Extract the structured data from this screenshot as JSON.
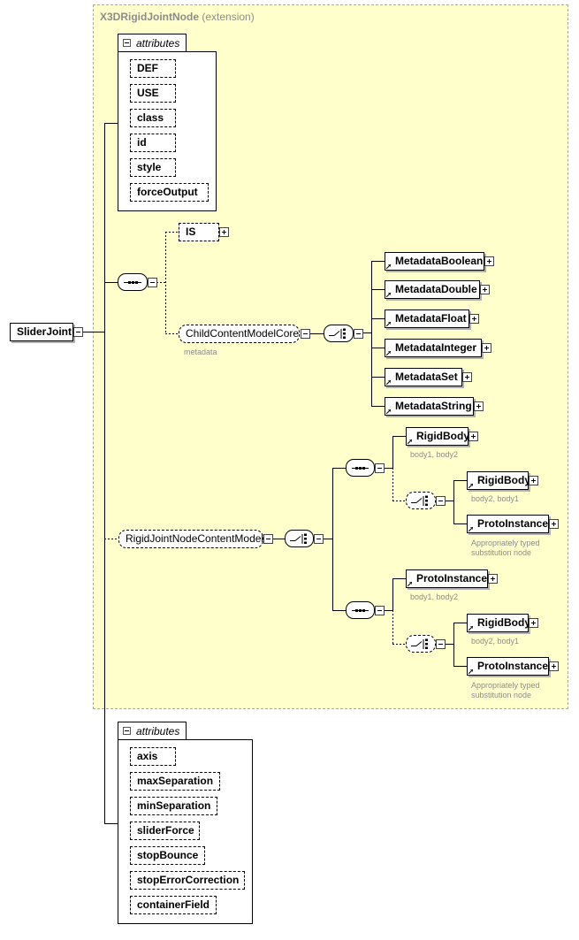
{
  "extension": {
    "name": "X3DRigidJointNode",
    "qualifier": "(extension)"
  },
  "root": {
    "label": "SliderJoint"
  },
  "attributes_top": {
    "header": "attributes",
    "items": [
      "DEF",
      "USE",
      "class",
      "id",
      "style",
      "forceOutput"
    ]
  },
  "attributes_bottom": {
    "header": "attributes",
    "items": [
      "axis",
      "maxSeparation",
      "minSeparation",
      "sliderForce",
      "stopBounce",
      "stopErrorCorrection",
      "containerField"
    ]
  },
  "is_element": {
    "label": "IS"
  },
  "child_content": {
    "label": "ChildContentModelCore",
    "note": "metadata",
    "choices": [
      "MetadataBoolean",
      "MetadataDouble",
      "MetadataFloat",
      "MetadataInteger",
      "MetadataSet",
      "MetadataString"
    ]
  },
  "rigid_content": {
    "label": "RigidJointNodeContentModel",
    "branch1": {
      "first": {
        "label": "RigidBody",
        "note": "body1, body2"
      },
      "choice": [
        {
          "label": "RigidBody",
          "note": "body2, body1"
        },
        {
          "label": "ProtoInstance",
          "note1": "Appropriately typed",
          "note2": "substitution node"
        }
      ]
    },
    "branch2": {
      "first": {
        "label": "ProtoInstance",
        "note": "body1, body2"
      },
      "choice": [
        {
          "label": "RigidBody",
          "note": "body2, body1"
        },
        {
          "label": "ProtoInstance",
          "note1": "Appropriately typed",
          "note2": "substitution node"
        }
      ]
    }
  },
  "colors": {
    "extension_fill": "#ffffcc",
    "note_text": "#8c8c8c"
  }
}
